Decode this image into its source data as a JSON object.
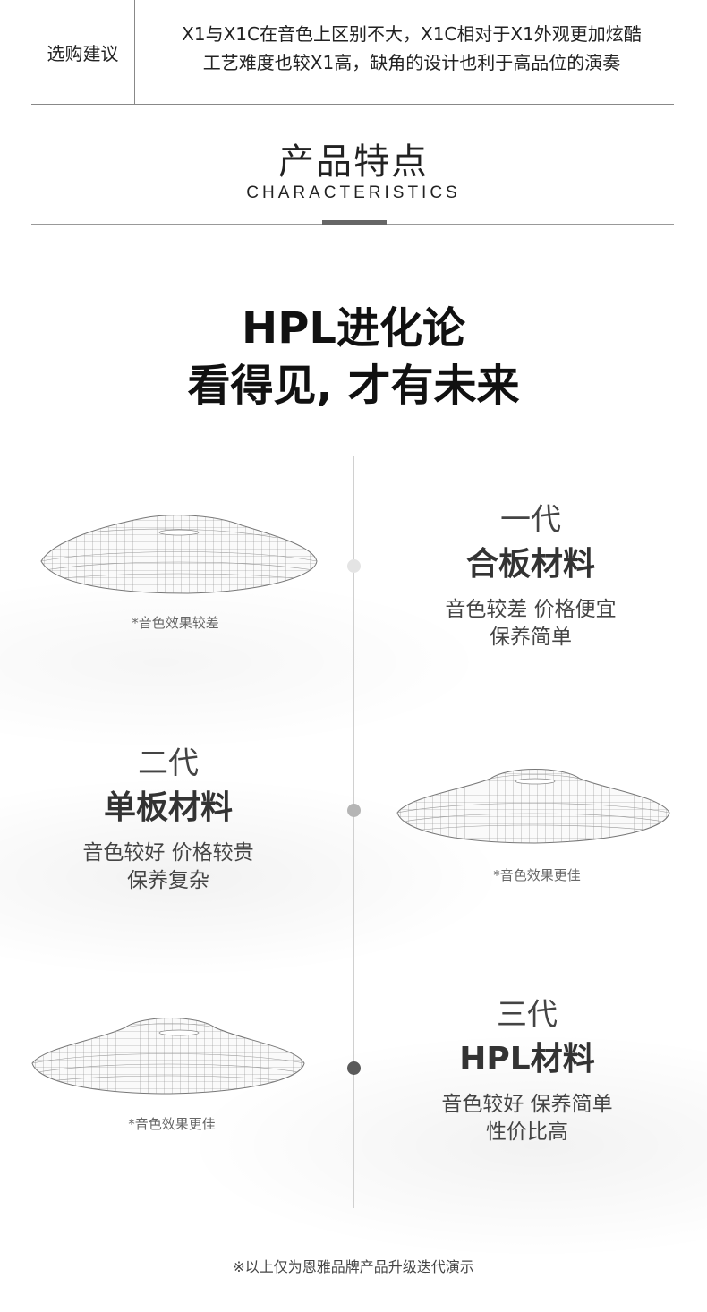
{
  "advice": {
    "label": "选购建议",
    "line1": "X1与X1C在音色上区别不大，X1C相对于X1外观更加炫酷",
    "line2": "工艺难度也较X1高，缺角的设计也利于高品位的演奏"
  },
  "section": {
    "title": "产品特点",
    "subtitle": "CHARACTERISTICS"
  },
  "hero": {
    "line1": "HPL进化论",
    "line2": "看得见, 才有未来"
  },
  "generations": [
    {
      "name": "一代",
      "material": "合板材料",
      "desc_line1": "音色较差 价格便宜",
      "desc_line2": "保养简单",
      "caption": "*音色效果较差",
      "dot_color": "#e4e4e4"
    },
    {
      "name": "二代",
      "material": "单板材料",
      "desc_line1": "音色较好 价格较贵",
      "desc_line2": "保养复杂",
      "caption": "*音色效果更佳",
      "dot_color": "#b5b5b5"
    },
    {
      "name": "三代",
      "material": "HPL材料",
      "desc_line1": "音色较好 保养简单",
      "desc_line2": "性价比高",
      "caption": "*音色效果更佳",
      "dot_color": "#5a5a5a"
    }
  ],
  "footer": "※以上仅为恩雅品牌产品升级迭代演示",
  "colors": {
    "accent_line": "#666666",
    "timeline": "#d0d0d0"
  }
}
